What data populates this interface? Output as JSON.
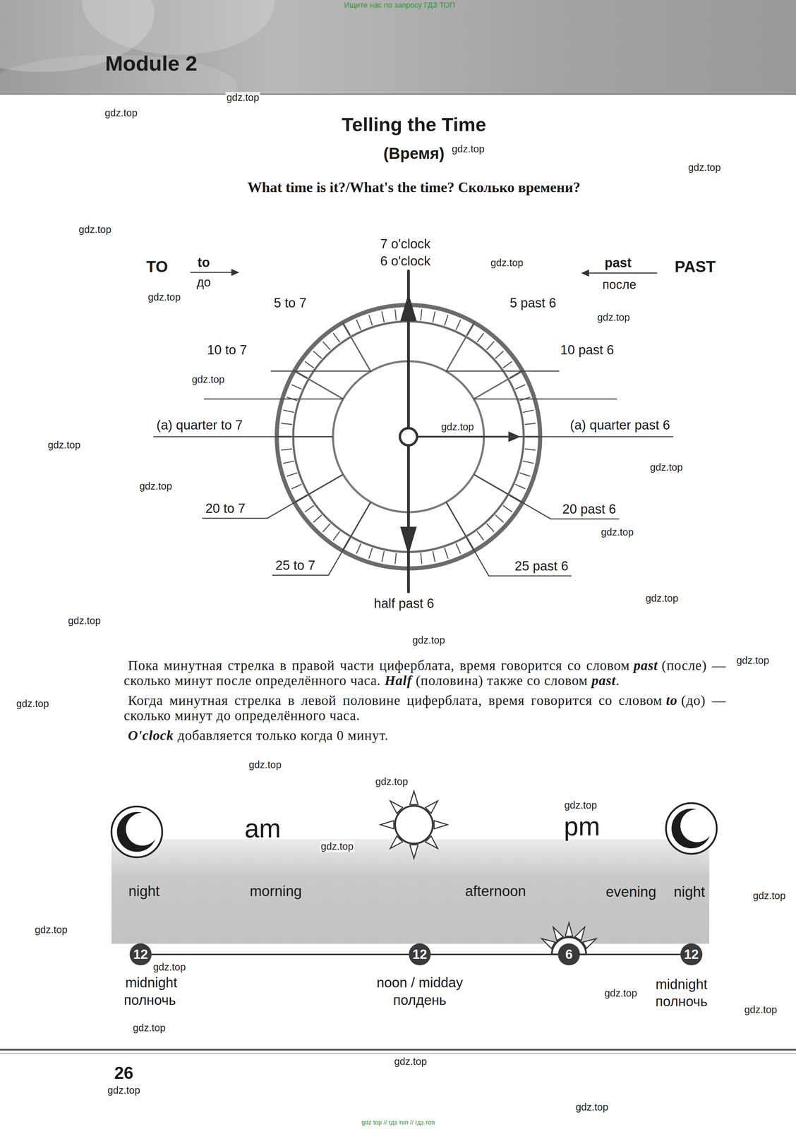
{
  "diagram": {
    "title": "Telling the Time",
    "nodes": [
      {
        "text": [
          "12"
        ]
      },
      {
        "text": [
          "12"
        ]
      },
      {
        "text": [
          "6"
        ]
      },
      {
        "text": [
          "12"
        ]
      }
    ],
    "edges": [
      {
        "from": 0,
        "to": 1,
        "arrow": "none"
      },
      {
        "from": 1,
        "to": 2,
        "arrow": "none"
      },
      {
        "from": 2,
        "to": 3,
        "arrow": "none"
      }
    ],
    "labels": [
      "Ищите нас по запросу ГДЗ ТОП",
      "Module 2",
      "(Время)",
      "What time is it?/What's the time? Сколько времени?",
      "7 o'clock",
      "6 o'clock",
      "TO",
      "to",
      "до",
      "past",
      "после",
      "PAST",
      "5 to 7",
      "5 past 6",
      "10 to 7",
      "10 past 6",
      "(a) quarter to 7",
      "(a) quarter past 6",
      "20 to 7",
      "20 past 6",
      "25 to 7",
      "25 past 6",
      "half past 6",
      "Пока минутная стрелка в правой части циферблата, время говорится со словом",
      "past",
      "(после) — сколько минут после определённого часа.",
      "Half",
      "(половина) также со словом",
      "past",
      ".",
      "Когда минутная стрелка в левой половине циферблата, время говорится со словом",
      "to",
      "(до) — сколько минут до определённого часа.",
      "O'clock",
      "добавляется только когда 0 минут.",
      "am",
      "pm",
      "night",
      "morning",
      "afternoon",
      "evening",
      "night",
      "midnight",
      "полночь",
      "noon / midday",
      "полдень",
      "midnight",
      "полночь",
      "26",
      "gdz.top",
      "gdz.top",
      "gdz.top",
      "gdz.top",
      "gdz.top",
      "gdz.top",
      "gdz.top",
      "gdz.top",
      "gdz.top",
      "gdz.top",
      "gdz.top",
      "gdz.top",
      "gdz.top",
      "gdz.top",
      "gdz.top",
      "gdz.top",
      "gdz.top",
      "gdz.top",
      "gdz.top",
      "gdz.top",
      "gdz.top",
      "gdz.top",
      "gdz.top",
      "gdz.top",
      "gdz.top",
      "gdz.top",
      "gdz.top",
      "gdz.top",
      "gdz.top",
      "gdz.top",
      "gdz.top",
      "gdz.top",
      "gdz top // гдз топ // гдз.топ"
    ]
  }
}
